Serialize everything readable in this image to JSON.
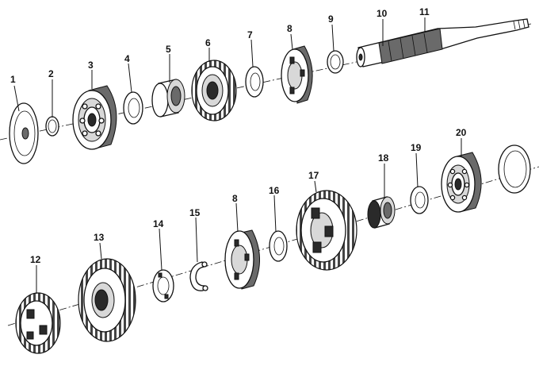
{
  "callouts": {
    "c1": "1",
    "c2": "2",
    "c3": "3",
    "c4": "4",
    "c5": "5",
    "c6": "6",
    "c7": "7",
    "c8a": "8",
    "c9": "9",
    "c10": "10",
    "c11": "11",
    "c12": "12",
    "c13": "13",
    "c14": "14",
    "c15": "15",
    "c8b": "8",
    "c16": "16",
    "c17": "17",
    "c18": "18",
    "c19": "19",
    "c20": "20"
  }
}
